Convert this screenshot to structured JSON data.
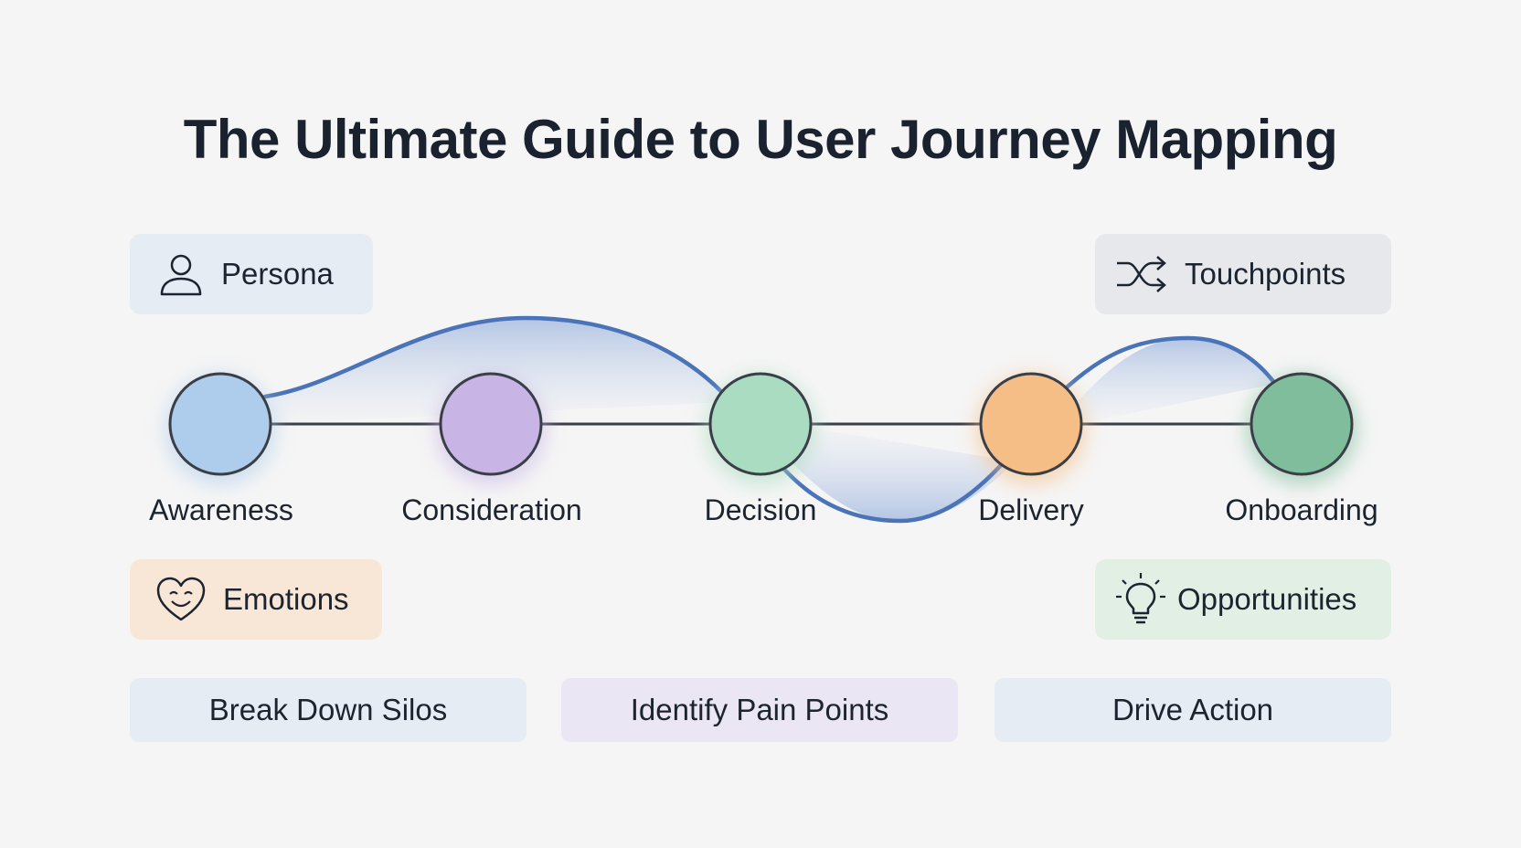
{
  "title": "The Ultimate Guide to User Journey Mapping",
  "stages": [
    {
      "label": "Awareness",
      "color": "#aecdec"
    },
    {
      "label": "Consideration",
      "color": "#c8b5e6"
    },
    {
      "label": "Decision",
      "color": "#a9dcc0"
    },
    {
      "label": "Delivery",
      "color": "#f5be86"
    },
    {
      "label": "Onboarding",
      "color": "#7fbd9c"
    }
  ],
  "tags": {
    "persona": {
      "label": "Persona",
      "icon": "person-icon"
    },
    "touchpoints": {
      "label": "Touchpoints",
      "icon": "shuffle-icon"
    },
    "emotions": {
      "label": "Emotions",
      "icon": "heart-smile-icon"
    },
    "opportunities": {
      "label": "Opportunities",
      "icon": "lightbulb-icon"
    }
  },
  "actions": [
    {
      "label": "Break Down Silos"
    },
    {
      "label": "Identify Pain Points"
    },
    {
      "label": "Drive Action"
    }
  ],
  "colors": {
    "curve": "#4a73b8",
    "node_stroke": "#3a3f47",
    "connector": "#3a3f47"
  }
}
